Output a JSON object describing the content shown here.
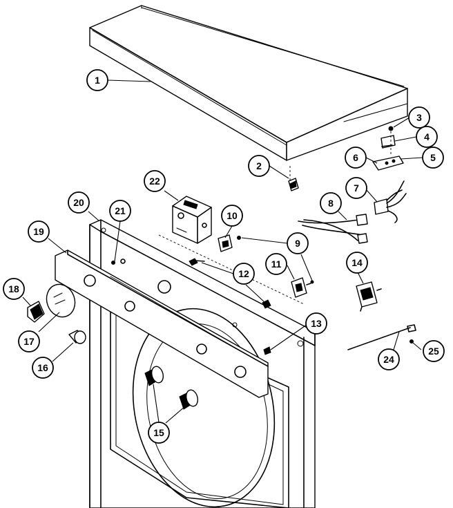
{
  "callouts": [
    {
      "id": "1",
      "label": "1"
    },
    {
      "id": "2",
      "label": "2"
    },
    {
      "id": "3",
      "label": "3"
    },
    {
      "id": "4",
      "label": "4"
    },
    {
      "id": "5",
      "label": "5"
    },
    {
      "id": "6",
      "label": "6"
    },
    {
      "id": "7",
      "label": "7"
    },
    {
      "id": "8",
      "label": "8"
    },
    {
      "id": "9",
      "label": "9"
    },
    {
      "id": "10",
      "label": "10"
    },
    {
      "id": "11",
      "label": "11"
    },
    {
      "id": "12",
      "label": "12"
    },
    {
      "id": "13",
      "label": "13"
    },
    {
      "id": "14",
      "label": "14"
    },
    {
      "id": "15",
      "label": "15"
    },
    {
      "id": "16",
      "label": "16"
    },
    {
      "id": "17",
      "label": "17"
    },
    {
      "id": "18",
      "label": "18"
    },
    {
      "id": "19",
      "label": "19"
    },
    {
      "id": "20",
      "label": "20"
    },
    {
      "id": "21",
      "label": "21"
    },
    {
      "id": "22",
      "label": "22"
    },
    {
      "id": "24",
      "label": "24"
    },
    {
      "id": "25",
      "label": "25"
    }
  ]
}
